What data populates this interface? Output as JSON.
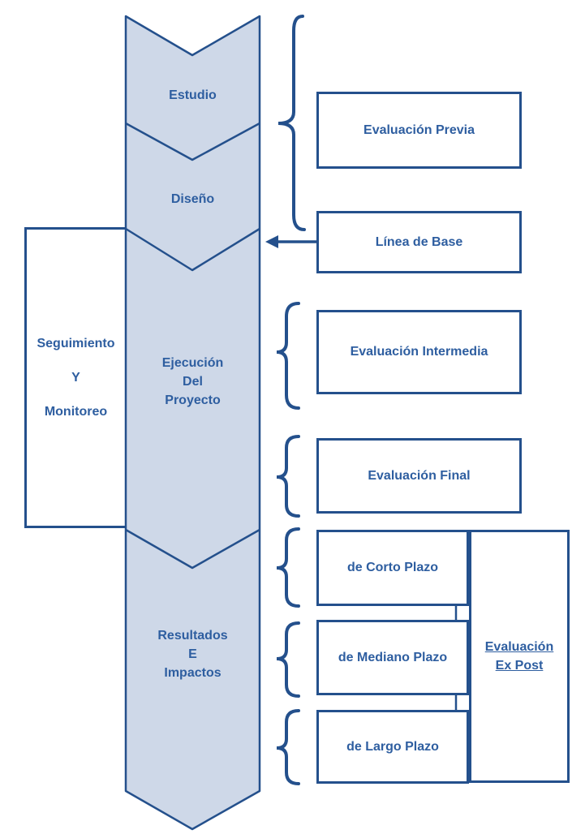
{
  "chevron": {
    "stage1": "Estudio",
    "stage2": "Diseño",
    "stage3": [
      "Ejecución",
      "Del",
      "Proyecto"
    ],
    "stage4": [
      "Resultados",
      "E",
      "Impactos"
    ]
  },
  "side_box": {
    "lines": [
      "Seguimiento",
      "Y",
      "Monitoreo"
    ]
  },
  "boxes": {
    "previa": "Evaluación Previa",
    "linea": "Línea de Base",
    "intermedia": "Evaluación Intermedia",
    "final": "Evaluación Final",
    "corto": "de Corto Plazo",
    "mediano": "de Mediano Plazo",
    "largo": "de Largo Plazo",
    "expost": [
      "Evaluación",
      "Ex Post"
    ]
  },
  "colors": {
    "border": "#24508C",
    "text": "#2E5EA0",
    "chevron_fill": "#CED8E8",
    "background": "#FFFFFF"
  }
}
